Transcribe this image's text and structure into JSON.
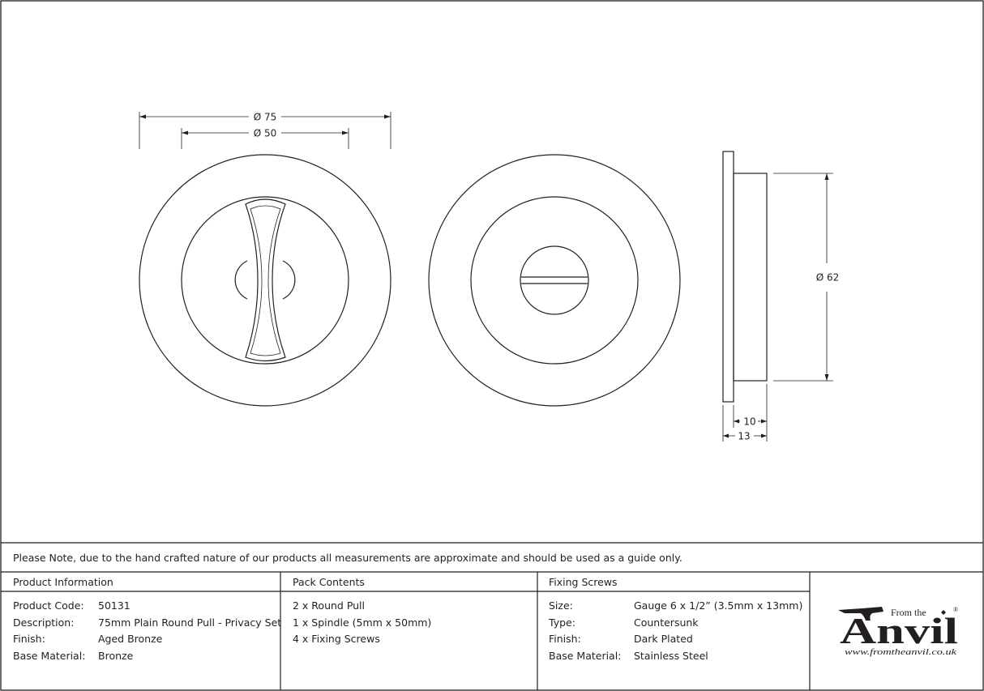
{
  "dimensions": {
    "outer_diameter": "Ø 75",
    "inner_diameter": "Ø 50",
    "side_height": "Ø 62",
    "side_depth_inner": "10",
    "side_depth_total": "13"
  },
  "note": "Please Note, due to the hand crafted nature of our products all measurements are approximate and should be used as a guide only.",
  "product_info": {
    "header": "Product Information",
    "rows": [
      {
        "label": "Product Code:",
        "value": "50131"
      },
      {
        "label": "Description:",
        "value": "75mm Plain Round Pull - Privacy Set"
      },
      {
        "label": "Finish:",
        "value": "Aged Bronze"
      },
      {
        "label": "Base Material:",
        "value": "Bronze"
      }
    ]
  },
  "pack_contents": {
    "header": "Pack Contents",
    "items": [
      "2 x Round Pull",
      "1 x Spindle (5mm x 50mm)",
      "4 x Fixing Screws"
    ]
  },
  "fixing_screws": {
    "header": "Fixing Screws",
    "rows": [
      {
        "label": "Size:",
        "value": "Gauge 6 x 1/2” (3.5mm x 13mm)"
      },
      {
        "label": "Type:",
        "value": "Countersunk"
      },
      {
        "label": "Finish:",
        "value": "Dark Plated"
      },
      {
        "label": "Base Material:",
        "value": "Stainless Steel"
      }
    ]
  },
  "logo": {
    "from_the": "From the",
    "brand": "Anvil",
    "registered": "®",
    "url": "www.fromtheanvil.co.uk"
  }
}
